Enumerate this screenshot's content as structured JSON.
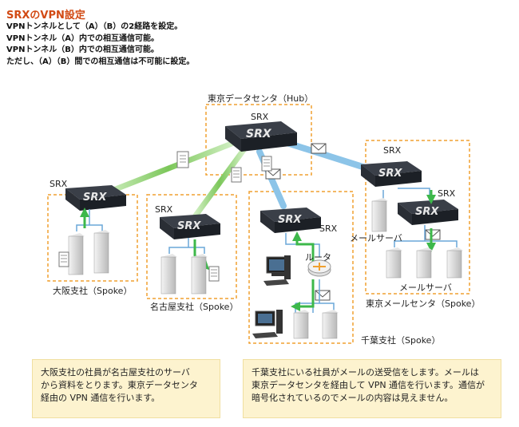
{
  "title": "SRXのVPN設定",
  "intro": [
    "VPNトンネルとして（A）（B）の2経路を設定。",
    "VPNトンネル（A）内での相互通信可能。",
    "VPNトンネル（B）内での相互通信可能。",
    "ただし、（A）（B）間での相互通信は不可能に設定。"
  ],
  "device_label": "SRX",
  "labels": {
    "hub_site": "東京データセンタ（Hub）",
    "osaka_site": "大阪支社（Spoke）",
    "nagoya_site": "名古屋支社（Spoke）",
    "chiba_site": "千葉支社（Spoke）",
    "mail_site": "東京メールセンタ（Spoke）",
    "mail_server_1": "メールサーバ",
    "mail_server_2": "メールサーバ",
    "router": "ルータ"
  },
  "notes": {
    "left": [
      "大阪支社の社員が名古屋支社のサーバ",
      "から資料をとります。東京データセンタ",
      "経由の VPN 通信を行います。"
    ],
    "right": [
      "千葉支社にいる社員がメールの送受信をします。メールは",
      "東京データセンタを経由して VPN 通信を行います。通信が",
      "暗号化されているのでメールの内容は見えません。"
    ]
  },
  "colors": {
    "title": "#d24a14",
    "site_border": "#f0a030",
    "tunnel_a": "#8ccf6e",
    "tunnel_b": "#8cc4e8",
    "arrow": "#3db84a",
    "note_bg": "#fdf3cf"
  }
}
